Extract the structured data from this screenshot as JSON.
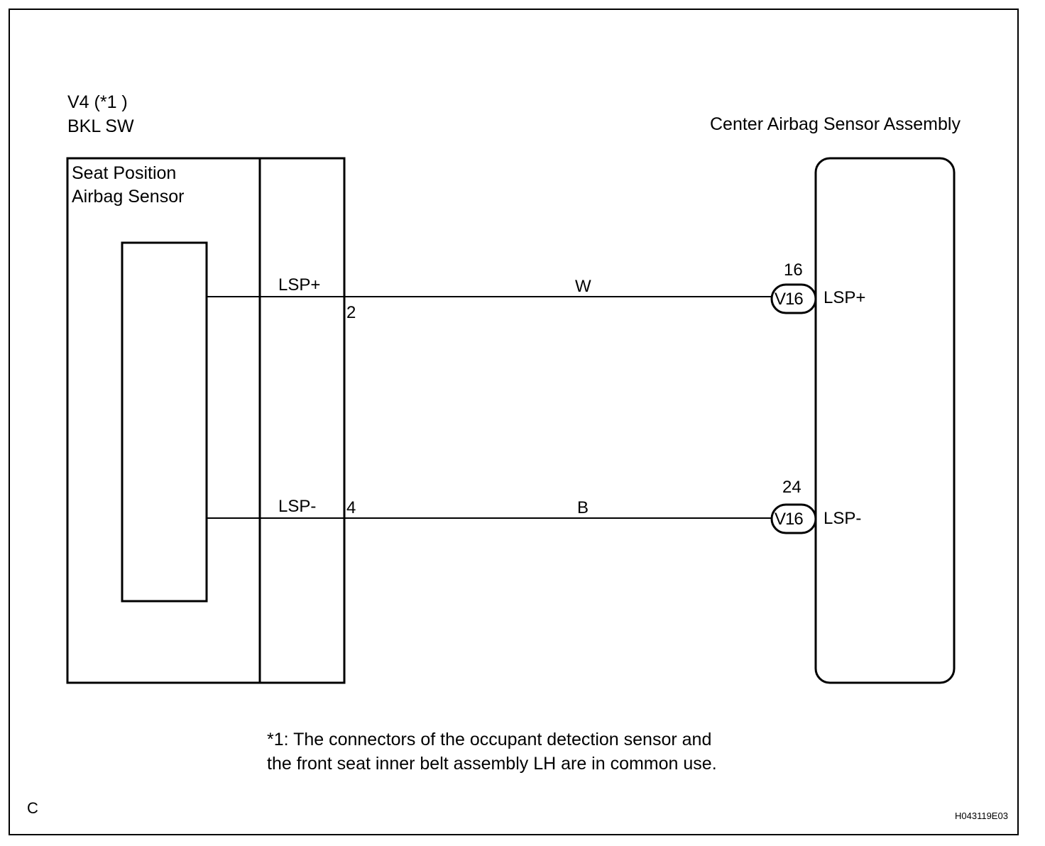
{
  "connector": {
    "code": "V4 (*1 )",
    "name": "BKL SW"
  },
  "sensor": {
    "title_line1": "Seat Position",
    "title_line2": "Airbag  Sensor"
  },
  "ecu": {
    "title": "Center Airbag Sensor Assembly"
  },
  "wires": [
    {
      "signal_left": "LSP+",
      "left_pin": "2",
      "color": "W",
      "right_pin": "16",
      "right_connector": "V16",
      "signal_right": "LSP+"
    },
    {
      "signal_left": "LSP-",
      "left_pin": "4",
      "color": "B",
      "right_pin": "24",
      "right_connector": "V16",
      "signal_right": "LSP-"
    }
  ],
  "footnote": {
    "line1": "*1: The connectors of the occupant detection sensor and",
    "line2": "the front seat inner belt assembly LH are in common use."
  },
  "corner_code": "C",
  "figure_id": "H043119E03"
}
